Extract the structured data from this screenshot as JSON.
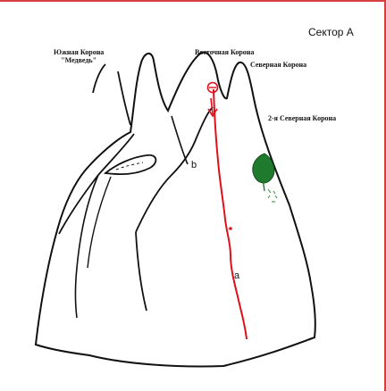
{
  "sector_label": "Сектор А",
  "peaks": {
    "south_crown_line1": "Южная Корона",
    "south_crown_line2": "\"Медведь\"",
    "east_crown": "Восточная Корона",
    "north_crown": "Северная Корона",
    "second_north_crown": "2-я Северная Корона"
  },
  "route_labels": {
    "upper": "b",
    "lower": "a"
  },
  "colors": {
    "route": "#e0101a",
    "outline": "#111111",
    "tree": "#1f7a2e",
    "frame": "#d84040"
  }
}
